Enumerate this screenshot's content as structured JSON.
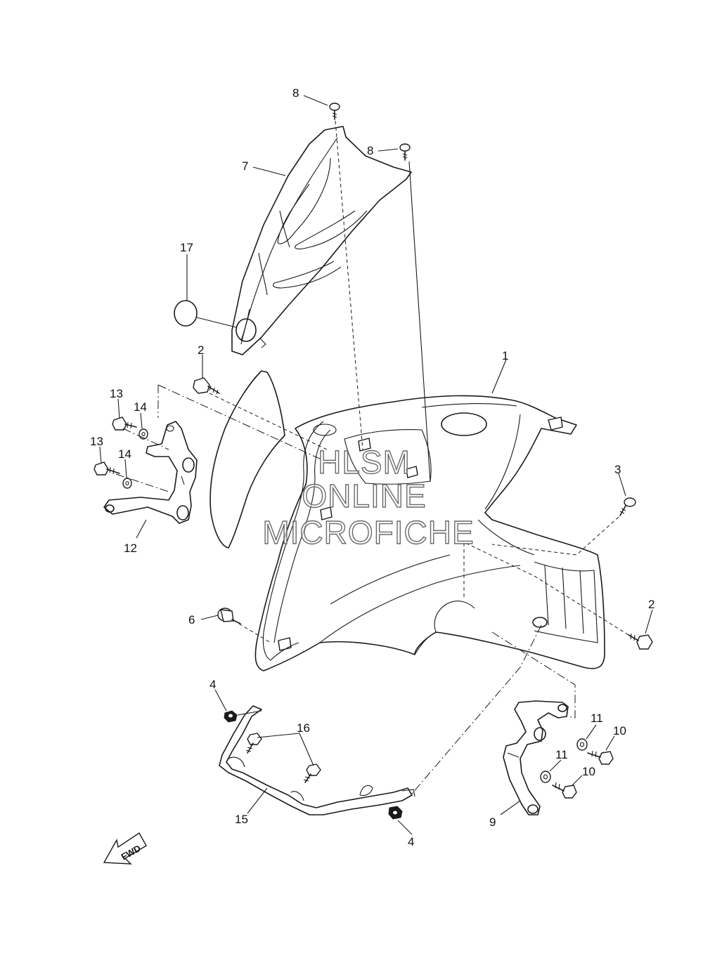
{
  "watermark": {
    "line1": "HLSM",
    "line2": "ONLINE",
    "line3": "MICROFICHE"
  },
  "fwd_label": "FWD",
  "callouts": [
    {
      "id": "c8a",
      "label": "8"
    },
    {
      "id": "c8b",
      "label": "8"
    },
    {
      "id": "c7",
      "label": "7"
    },
    {
      "id": "c17",
      "label": "17"
    },
    {
      "id": "c2a",
      "label": "2"
    },
    {
      "id": "c1",
      "label": "1"
    },
    {
      "id": "c13a",
      "label": "13"
    },
    {
      "id": "c14a",
      "label": "14"
    },
    {
      "id": "c13b",
      "label": "13"
    },
    {
      "id": "c14b",
      "label": "14"
    },
    {
      "id": "c12",
      "label": "12"
    },
    {
      "id": "c3",
      "label": "3"
    },
    {
      "id": "c6",
      "label": "6"
    },
    {
      "id": "c2b",
      "label": "2"
    },
    {
      "id": "c4a",
      "label": "4"
    },
    {
      "id": "c16",
      "label": "16"
    },
    {
      "id": "c11a",
      "label": "11"
    },
    {
      "id": "c10a",
      "label": "10"
    },
    {
      "id": "c11b",
      "label": "11"
    },
    {
      "id": "c10b",
      "label": "10"
    },
    {
      "id": "c15",
      "label": "15"
    },
    {
      "id": "c9",
      "label": "9"
    },
    {
      "id": "c4b",
      "label": "4"
    }
  ],
  "colors": {
    "line": "#1a1a1a",
    "background": "#ffffff",
    "watermark_outline": "#6a6a6a"
  }
}
